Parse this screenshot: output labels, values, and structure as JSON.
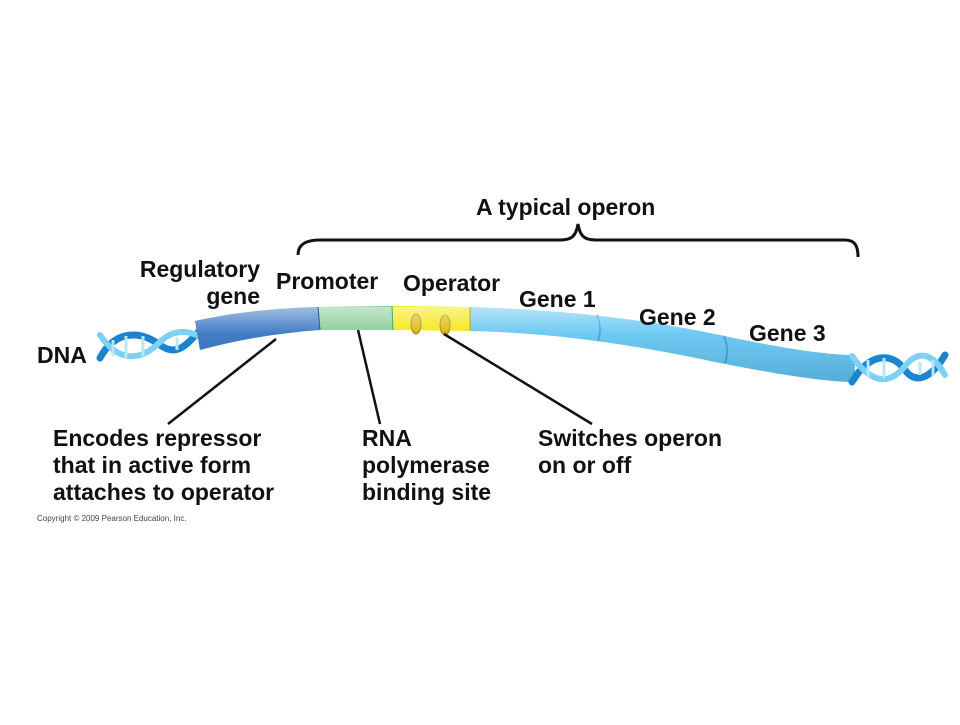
{
  "diagram": {
    "title": "A typical operon",
    "labels": {
      "dna": "DNA",
      "regulatory_gene": [
        "Regulatory",
        "gene"
      ],
      "promoter": "Promoter",
      "operator": "Operator",
      "gene1": "Gene 1",
      "gene2": "Gene 2",
      "gene3": "Gene 3"
    },
    "descriptions": {
      "regulatory": [
        "Encodes repressor",
        "that in active form",
        "attaches to operator"
      ],
      "promoter": [
        "RNA",
        "polymerase",
        "binding site"
      ],
      "operator": [
        "Switches operon",
        "on or off"
      ]
    },
    "copyright": "Copyright © 2009 Pearson Education, Inc.",
    "colors": {
      "regulatory_gene": "#2f6fc0",
      "promoter": "#7cc98e",
      "operator": "#f2e600",
      "genes": "#5fc4f2",
      "helix_blue": "#1f8fd6",
      "helix_light": "#9fdcf7"
    }
  }
}
